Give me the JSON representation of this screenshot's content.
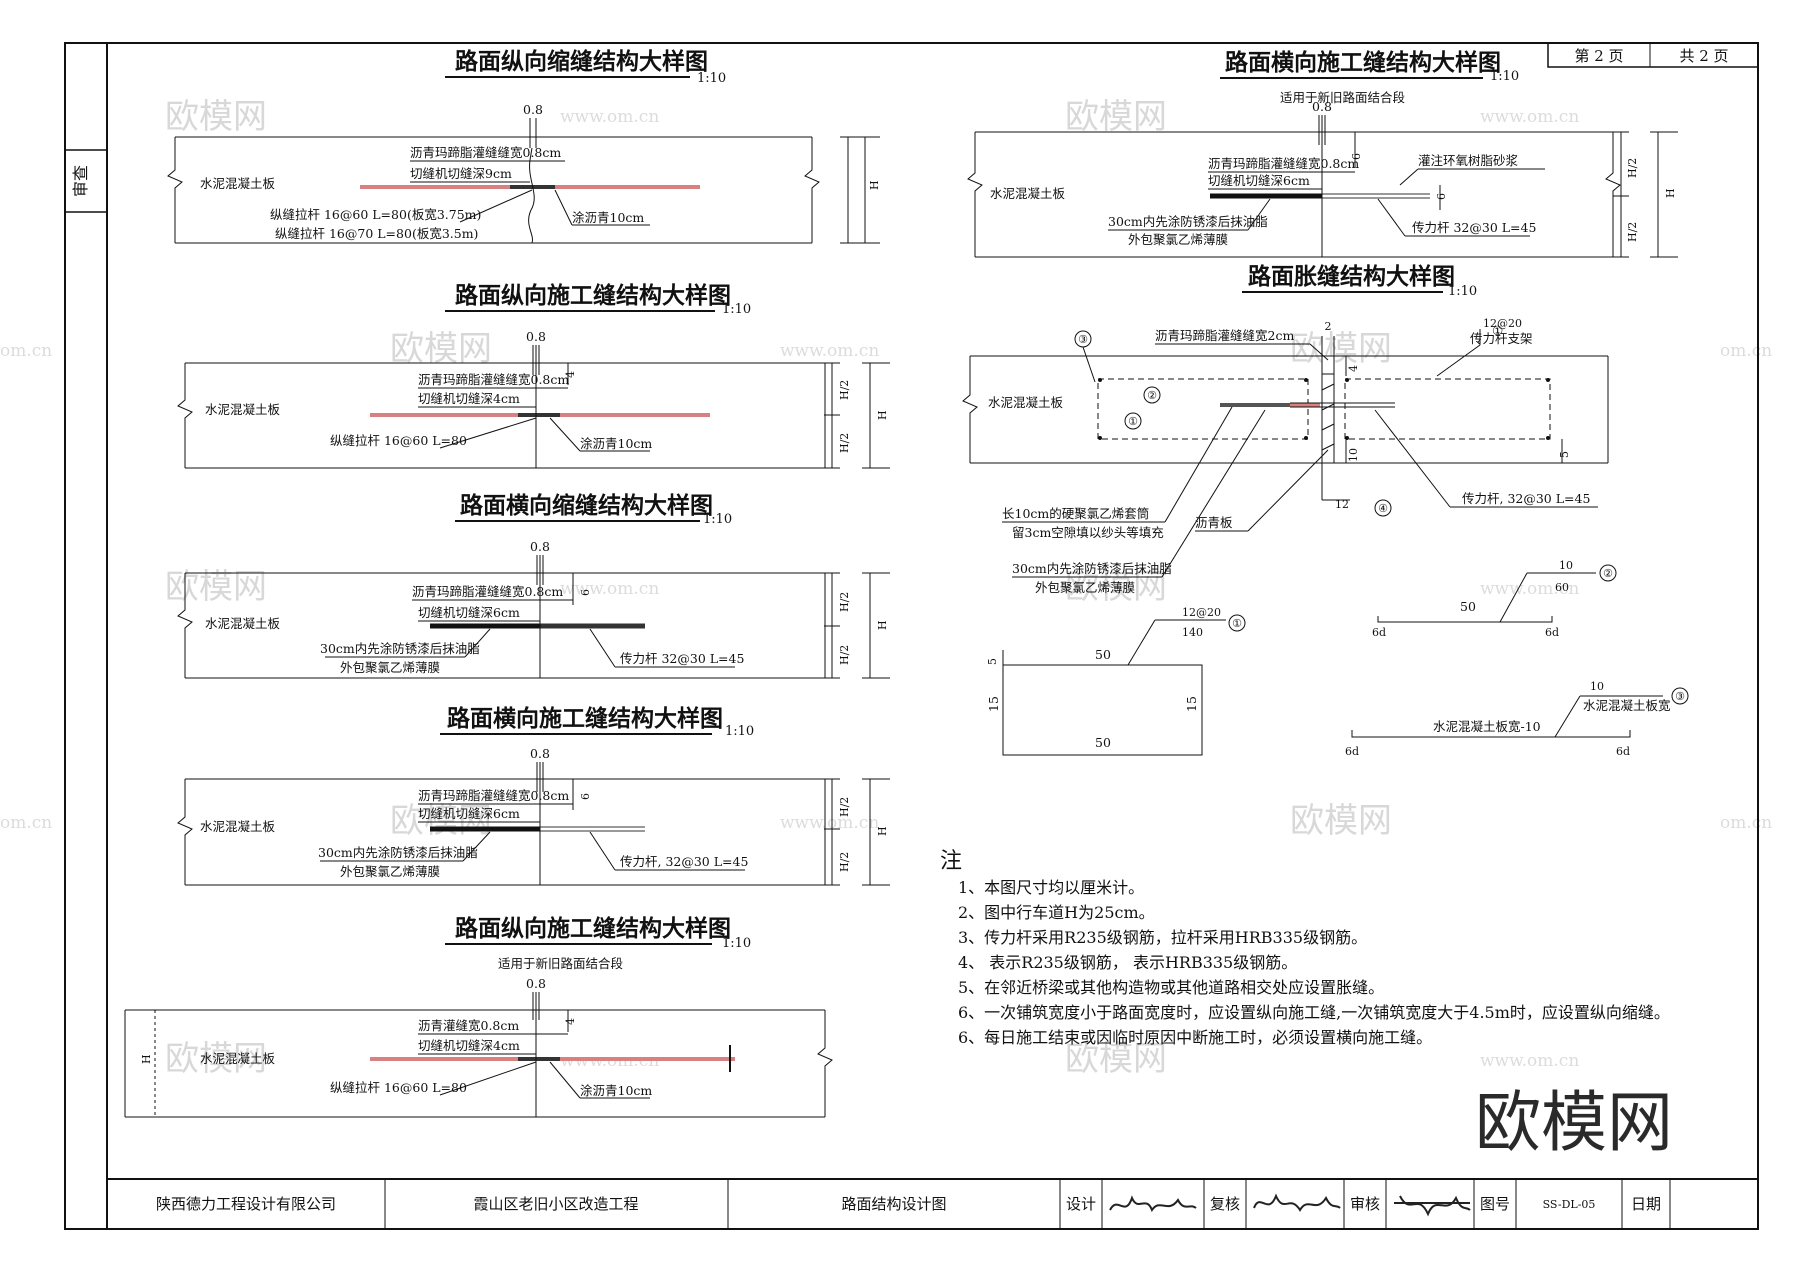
{
  "side_label": "审查",
  "page_box": {
    "current": "第 2 页",
    "total": "共 2 页"
  },
  "common": {
    "slab": "水泥混凝土板",
    "joint_w": "0.8",
    "scale": "1:10",
    "H": "H",
    "H2": "H/2",
    "six": "6",
    "four": "4"
  },
  "d1": {
    "title": "路面纵向缩缝结构大样图",
    "fill": "沥青玛蹄脂灌缝缝宽0.8cm",
    "cut": "切缝机切缝深9cm",
    "bar1": "纵缝拉杆 16@60 L=80(板宽3.75m)",
    "bar2": "纵缝拉杆 16@70 L=80(板宽3.5m)",
    "coat": "涂沥青10cm"
  },
  "d2": {
    "title": "路面纵向施工缝结构大样图",
    "fill": "沥青玛蹄脂灌缝缝宽0.8cm",
    "cut": "切缝机切缝深4cm",
    "bar": "纵缝拉杆 16@60 L=80",
    "coat": "涂沥青10cm"
  },
  "d3": {
    "title": "路面横向缩缝结构大样图",
    "fill": "沥青玛蹄脂灌缝缝宽0.8cm",
    "cut": "切缝机切缝深6cm",
    "coat1": "30cm内先涂防锈漆后抹油脂",
    "coat2": "外包聚氯乙烯薄膜",
    "dowel": "传力杆 32@30 L=45"
  },
  "d4": {
    "title": "路面横向施工缝结构大样图",
    "fill": "沥青玛蹄脂灌缝缝宽0.8cm",
    "cut": "切缝机切缝深6cm",
    "coat1": "30cm内先涂防锈漆后抹油脂",
    "coat2": "外包聚氯乙烯薄膜",
    "dowel": "传力杆, 32@30 L=45"
  },
  "d5": {
    "title": "路面纵向施工缝结构大样图",
    "sub": "适用于新旧路面结合段",
    "fill": "沥青灌缝宽0.8cm",
    "cut": "切缝机切缝深4cm",
    "bar": "纵缝拉杆 16@60 L=80",
    "coat": "涂沥青10cm"
  },
  "d6": {
    "title": "路面横向施工缝结构大样图",
    "sub": "适用于新旧路面结合段",
    "fill": "沥青玛蹄脂灌缝缝宽0.8cm",
    "cut": "切缝机切缝深6cm",
    "epoxy": "灌注环氧树脂砂浆",
    "coat1": "30cm内先涂防锈漆后抹油脂",
    "coat2": "外包聚氯乙烯薄膜",
    "dowel": "传力杆 32@30 L=45"
  },
  "d7": {
    "title": "路面胀缝结构大样图",
    "fill": "沥青玛蹄脂灌缝缝宽2cm",
    "gap": "2",
    "rack1": "12@20",
    "rack2": "传力杆支架",
    "sleeve1": "长10cm的硬聚氯乙烯套筒",
    "sleeve2": "留3cm空隙填以纱头等填充",
    "board": "沥青板",
    "coat1": "30cm内先涂防锈漆后抹油脂",
    "coat2": "外包聚氯乙烯薄膜",
    "dowel": "传力杆,    32@30 L=45",
    "n12": "12",
    "n10": "10",
    "n5": "5",
    "m1": "①",
    "m2": "②",
    "m3": "③",
    "m4": "④"
  },
  "rebar": {
    "r1_top": "12@20",
    "r1_len": "140",
    "r1_50a": "50",
    "r1_50b": "50",
    "r1_15a": "15",
    "r1_15b": "15",
    "r1_5": "5",
    "r2_top": "10",
    "r2_len": "60",
    "r2_50": "50",
    "r2_6d": "6d",
    "r3_top": "10",
    "r3_label": "水泥混凝土板宽",
    "r3_len": "水泥混凝土板宽-10",
    "r3_6d": "6d"
  },
  "notes": {
    "head": "注",
    "items": [
      "1、本图尺寸均以厘米计。",
      "2、图中行车道H为25cm。",
      "3、传力杆采用R235级钢筋，拉杆采用HRB335级钢筋。",
      "4、 表示R235级钢筋， 表示HRB335级钢筋。",
      "5、在邻近桥梁或其他构造物或其他道路相交处应设置胀缝。",
      "6、一次铺筑宽度小于路面宽度时，应设置纵向施工缝,一次铺筑宽度大于4.5m时，应设置纵向缩缝。",
      "6、每日施工结束或因临时原因中断施工时，必须设置横向施工缝。"
    ]
  },
  "title_block": {
    "company": "陕西德力工程设计有限公司",
    "project": "霞山区老旧小区改造工程",
    "drawing": "路面结构设计图",
    "design": "设计",
    "review": "复核",
    "audit": "审核",
    "no_label": "图号",
    "no": "SS-DL-05",
    "date": "日期"
  },
  "watermark": {
    "brand": "欧模网",
    "url": "www.om.cn",
    "url2": "om.cn"
  }
}
